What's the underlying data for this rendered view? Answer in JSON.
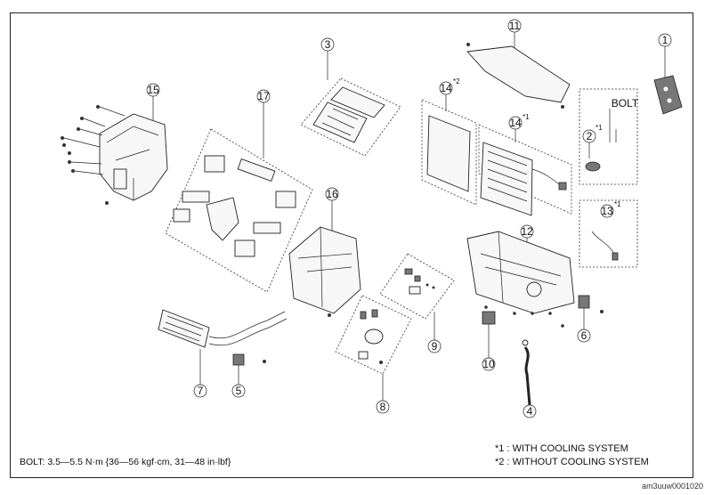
{
  "callouts": {
    "c1": "1",
    "c2": "2",
    "c3": "3",
    "c4": "4",
    "c5": "5",
    "c6": "6",
    "c7": "7",
    "c8": "8",
    "c9": "9",
    "c10": "10",
    "c11": "11",
    "c12": "12",
    "c13": "13",
    "c14a": "14",
    "c14b": "14",
    "c15": "15",
    "c16": "16",
    "c17": "17"
  },
  "superscripts": {
    "s14a": "*2",
    "s14b": "*1",
    "s2": "*1",
    "s13": "*1"
  },
  "bolt_label": "BOLT",
  "bolt_spec": "BOLT: 3.5—5.5 N·m {36—56 kgf·cm, 31—48 in·lbf}",
  "notes": {
    "n1": "*1 : WITH COOLING SYSTEM",
    "n2": "*2 : WITHOUT COOLING SYSTEM"
  },
  "image_id": "am3uuw0001020"
}
